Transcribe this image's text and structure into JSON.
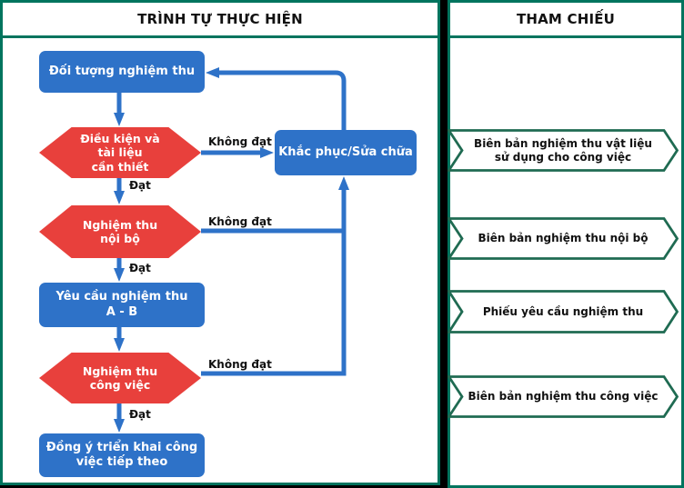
{
  "left_panel": {
    "title": "TRÌNH TỰ THỰC HIỆN",
    "nodes": {
      "start": "Đối tượng nghiệm thu",
      "conditions": "Điều kiện và\ntài liệu\ncần thiết",
      "fix": "Khắc phục/Sửa chữa",
      "internal": "Nghiệm thu\nnội bộ",
      "request": "Yêu cầu nghiệm thu\nA - B",
      "work": "Nghiệm thu\ncông việc",
      "approve": "Đồng ý triển khai công\nviệc tiếp theo"
    },
    "labels": {
      "pass": "Đạt",
      "fail": "Không đạt"
    }
  },
  "right_panel": {
    "title": "THAM CHIẾU",
    "items": [
      {
        "label": "Biên bản nghiệm thu vật liệu sử dụng cho công việc"
      },
      {
        "label": "Biên bản nghiệm thu nội bộ"
      },
      {
        "label": "Phiếu yêu cầu nghiệm thu"
      },
      {
        "label": "Biên bản nghiệm thu công việc"
      }
    ]
  },
  "colors": {
    "process_blue": "#2E72C8",
    "decision_red": "#E8403C",
    "panel_border_teal": "#00745E",
    "chevron_border_green": "#1F6B52",
    "divider_black": "#000000"
  }
}
